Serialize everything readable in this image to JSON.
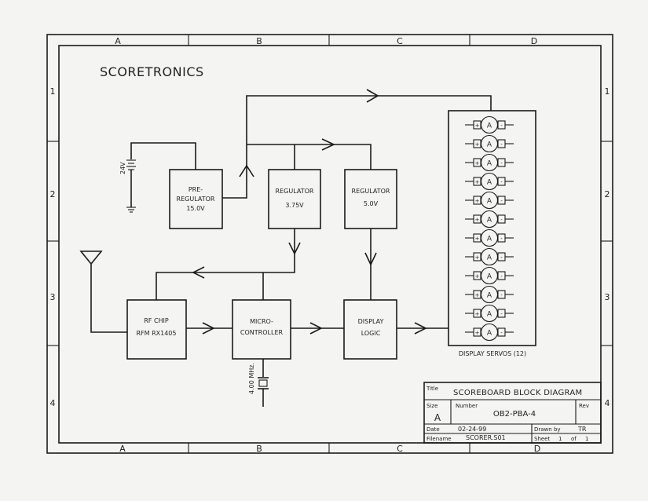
{
  "sheet": {
    "company": "SCORETRONICS",
    "columns": [
      "A",
      "B",
      "C",
      "D"
    ],
    "rows": [
      "1",
      "2",
      "3",
      "4"
    ]
  },
  "blocks": {
    "preregulator": {
      "line1": "PRE-",
      "line2": "REGULATOR",
      "line3": "15.0V"
    },
    "regulator1": {
      "line1": "REGULATOR",
      "line2": "3.75V"
    },
    "regulator2": {
      "line1": "REGULATOR",
      "line2": "5.0V"
    },
    "rfchip": {
      "line1": "RF CHIP",
      "line2": "RFM  RX1405"
    },
    "micro": {
      "line1": "MICRO-",
      "line2": "CONTROLLER"
    },
    "displaylogic": {
      "line1": "DISPLAY",
      "line2": "LOGIC"
    },
    "servos": {
      "label": "DISPLAY SERVOS (12)",
      "count": 12,
      "plus": "+",
      "minus": "-",
      "motor": "A"
    }
  },
  "components": {
    "battery_label": "24V",
    "crystal_label": "4.00 MHz."
  },
  "titleblock": {
    "title_label": "Title",
    "title": "SCOREBOARD BLOCK DIAGRAM",
    "size_label": "Size",
    "size": "A",
    "number_label": "Number",
    "number": "OB2-PBA-4",
    "rev_label": "Rev",
    "date_label": "Date",
    "date": "02-24-99",
    "drawnby_label": "Drawn by",
    "drawnby": "TR",
    "filename_label": "Filename",
    "filename": "SCORER.S01",
    "sheet_label": "Sheet",
    "sheet_num": "1",
    "of_label": "of",
    "sheet_total": "1"
  }
}
